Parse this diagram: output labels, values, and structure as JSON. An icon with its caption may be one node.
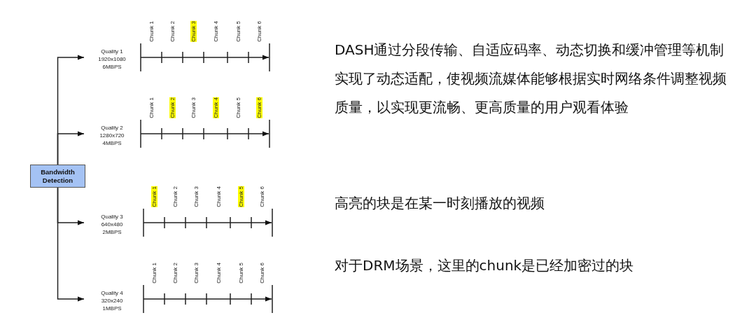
{
  "diagram": {
    "nodes": [
      {
        "text": [
          "Bandwidth Detection"
        ]
      },
      {
        "text": [
          "Quality 1",
          "1920x1080",
          "6MBPS"
        ]
      },
      {
        "text": [
          "Quality 2",
          "1280x720",
          "4MBPS"
        ]
      },
      {
        "text": [
          "Quality 3",
          "640x480",
          "2MBPS"
        ]
      },
      {
        "text": [
          "Quality 4",
          "320x240",
          "1MBPS"
        ]
      }
    ],
    "edges": [
      {
        "from": 0,
        "to": 1,
        "arrow": "to"
      },
      {
        "from": 0,
        "to": 2,
        "arrow": "to"
      },
      {
        "from": 0,
        "to": 3,
        "arrow": "to"
      },
      {
        "from": 0,
        "to": 4,
        "arrow": "to"
      }
    ],
    "labels": [
      "Chunk 1",
      "Chunk 2",
      "Chunk 3",
      "Chunk 4",
      "Chunk 5",
      "Chunk 6",
      "Chunk 1",
      "Chunk 2",
      "Chunk 3",
      "Chunk 4",
      "Chunk 5",
      "Chunk 6",
      "Chunk 1",
      "Chunk 2",
      "Chunk 3",
      "Chunk 4",
      "Chunk 5",
      "Chunk 6",
      "Chunk 1",
      "Chunk 2",
      "Chunk 3",
      "Chunk 4",
      "Chunk 5",
      "Chunk 6",
      "DASH通过分段传输、自适应码率、动态切换和缓冲管理等机制实现了动态适配，使视频流媒体能够根据实时网络条件调整视频质量，以实现更流畅、更高质量的用户观看体验",
      "高亮的块是在某一时刻播放的视频",
      "对于DRM场景，这里的chunk是已经加密过的块"
    ]
  }
}
